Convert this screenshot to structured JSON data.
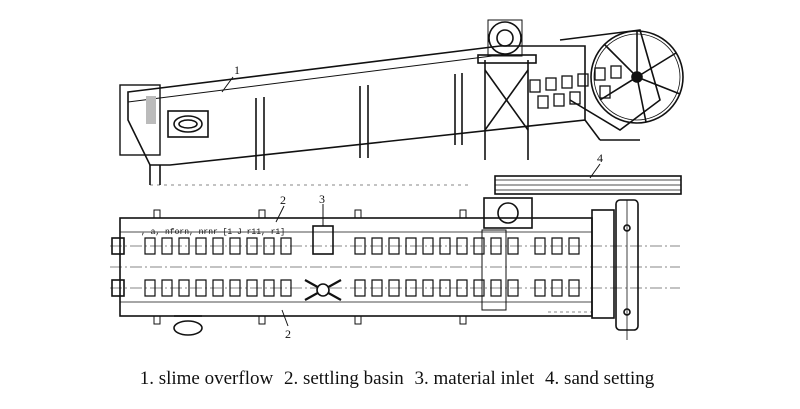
{
  "callouts": {
    "c1": "1",
    "c2_top": "2",
    "c2_bottom": "2",
    "c3": "3",
    "c4": "4"
  },
  "plate_text": ", a, nforn, nrnr [1 J r11, r1]",
  "caption": {
    "item1": "1. slime overflow",
    "item2": "2. settling basin",
    "item3": "3. material inlet",
    "item4": "4. sand setting"
  }
}
